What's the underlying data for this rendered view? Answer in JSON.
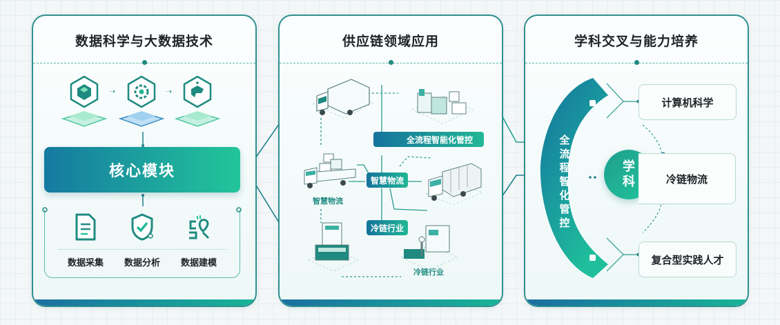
{
  "panels": {
    "data_science": {
      "title": "数据科学与大数据技术",
      "icons": [
        "cube-icon",
        "gear-icon",
        "data-cloud-icon"
      ],
      "core_module": "核心模块",
      "sub_items": [
        {
          "label": "数据采集",
          "icon": "document-icon"
        },
        {
          "label": "数据分析",
          "icon": "shield-check-icon"
        },
        {
          "label": "数据建模",
          "icon": "model-link-icon"
        }
      ]
    },
    "supply_chain": {
      "title": "供应链领域应用",
      "tags": {
        "control": "全流程智能化管控",
        "logistics": "智慧物流",
        "cold_chain": "冷链行业"
      },
      "captions": {
        "logistics": "智慧物流",
        "cold_chain": "冷链行业"
      },
      "illustrations": [
        "truck-icon",
        "warehouse-icon",
        "cargo-truck-icon",
        "container-truck-icon",
        "server-building-icon",
        "cold-storage-worker-icon"
      ]
    },
    "interdisciplinary": {
      "title": "学科交叉与能力培养",
      "arc_label": "全流程智化管控",
      "center_label": [
        "学",
        "科"
      ],
      "boxes": [
        "计算机科学",
        "冷链物流",
        "复合型实践人才"
      ]
    }
  },
  "colors": {
    "primary_teal": "#1f8a80",
    "gradient_start": "#157aa0",
    "gradient_end": "#22c59a",
    "border": "#2f8f8f"
  }
}
